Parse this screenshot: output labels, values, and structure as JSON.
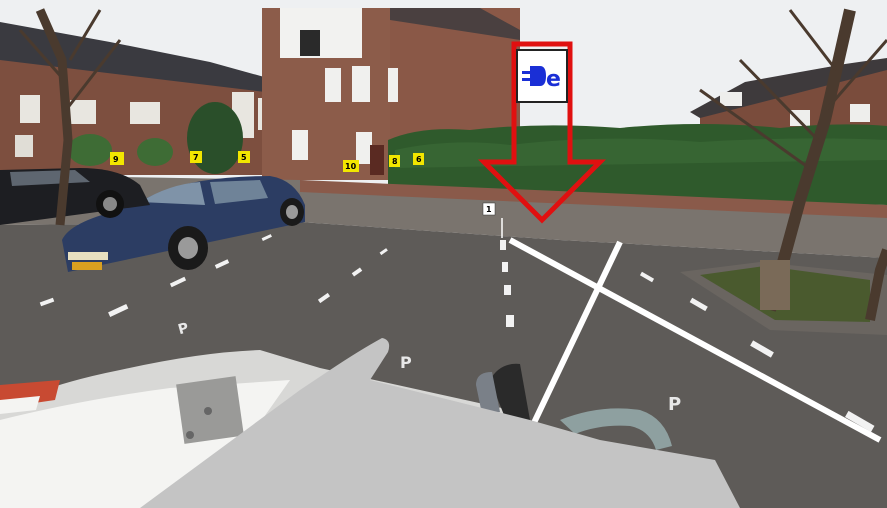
{
  "scene": {
    "description_kind": "street-level panorama of a residential parking area",
    "colors": {
      "sky": "#eef0f2",
      "brick": "#8a5a48",
      "pavement": "#5e5b58",
      "hedge": "#2f5a2c",
      "car_blue": "#2c3d63",
      "annotation_red": "#e01010",
      "annotation_white": "#ffffff",
      "occluder_gray": "#c4c4c4",
      "charge_icon_blue": "#1a2fd6"
    }
  },
  "house_numbers": {
    "n9": "9",
    "n7": "7",
    "n5": "5",
    "n10": "10",
    "n8": "8",
    "n6": "6"
  },
  "space_marker": "1",
  "parking_letters": {
    "p1": "P",
    "p2": "P",
    "p3": "P"
  },
  "charging_sign": {
    "icon": "ev-plug-icon",
    "letter": "e"
  },
  "annotations": {
    "arrow": "red-down-arrow",
    "cross": "white-x-mark"
  }
}
